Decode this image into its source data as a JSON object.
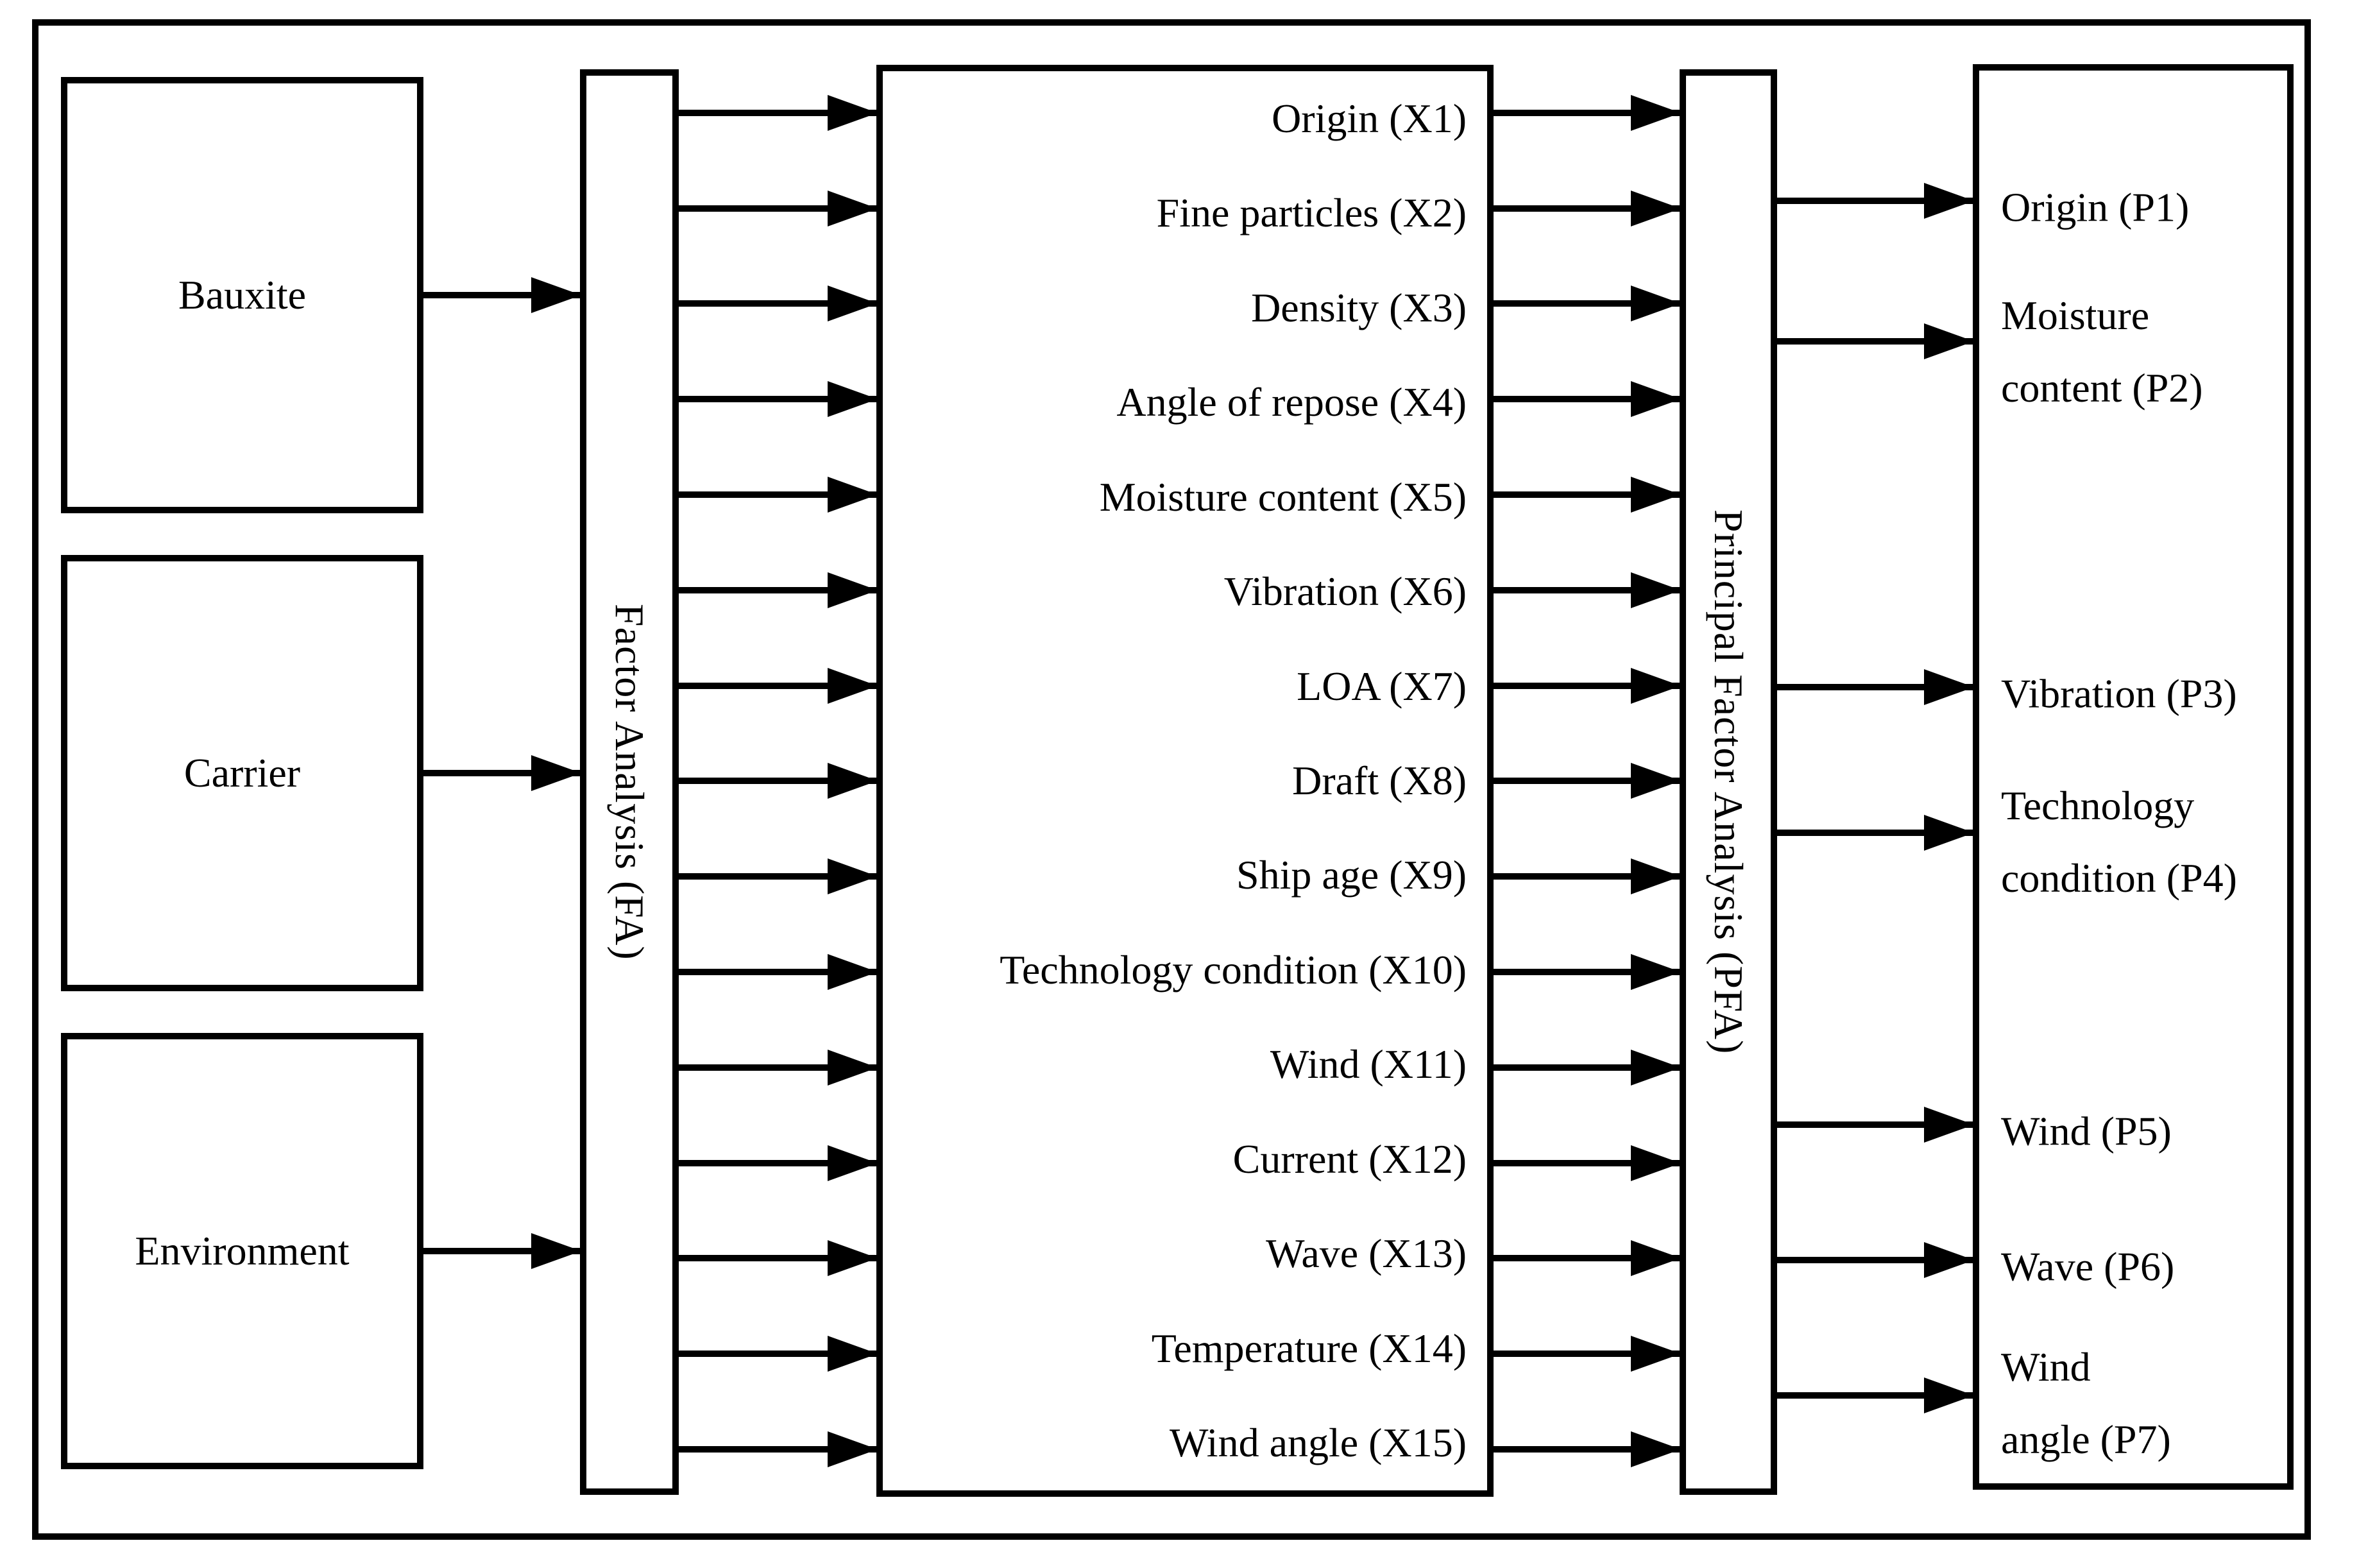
{
  "figure": {
    "type": "flow-diagram",
    "inputs": [
      {
        "label": "Bauxite"
      },
      {
        "label": "Carrier"
      },
      {
        "label": "Environment"
      }
    ],
    "fa_bar": {
      "label": "Factor Analysis (FA)"
    },
    "variables": [
      {
        "label": "Origin (X1)"
      },
      {
        "label": "Fine particles (X2)"
      },
      {
        "label": "Density (X3)"
      },
      {
        "label": "Angle of repose (X4)"
      },
      {
        "label": "Moisture content (X5)"
      },
      {
        "label": "Vibration (X6)"
      },
      {
        "label": "LOA (X7)"
      },
      {
        "label": "Draft (X8)"
      },
      {
        "label": "Ship age (X9)"
      },
      {
        "label": "Technology condition (X10)"
      },
      {
        "label": "Wind (X11)"
      },
      {
        "label": "Current (X12)"
      },
      {
        "label": "Wave (X13)"
      },
      {
        "label": "Temperature (X14)"
      },
      {
        "label": "Wind angle (X15)"
      }
    ],
    "pfa_bar": {
      "label": "Principal Factor Analysis (PFA)"
    },
    "outputs": [
      {
        "lines": [
          "Origin (P1)"
        ]
      },
      {
        "lines": [
          "Moisture",
          "content (P2)"
        ]
      },
      {
        "lines": [
          "Vibration (P3)"
        ]
      },
      {
        "lines": [
          "Technology",
          "condition (P4)"
        ]
      },
      {
        "lines": [
          "Wind (P5)"
        ]
      },
      {
        "lines": [
          "Wave (P6)"
        ]
      },
      {
        "lines": [
          "Wind",
          "angle (P7)"
        ]
      }
    ],
    "colors": {
      "ink": "#000000",
      "paper": "#ffffff"
    }
  }
}
